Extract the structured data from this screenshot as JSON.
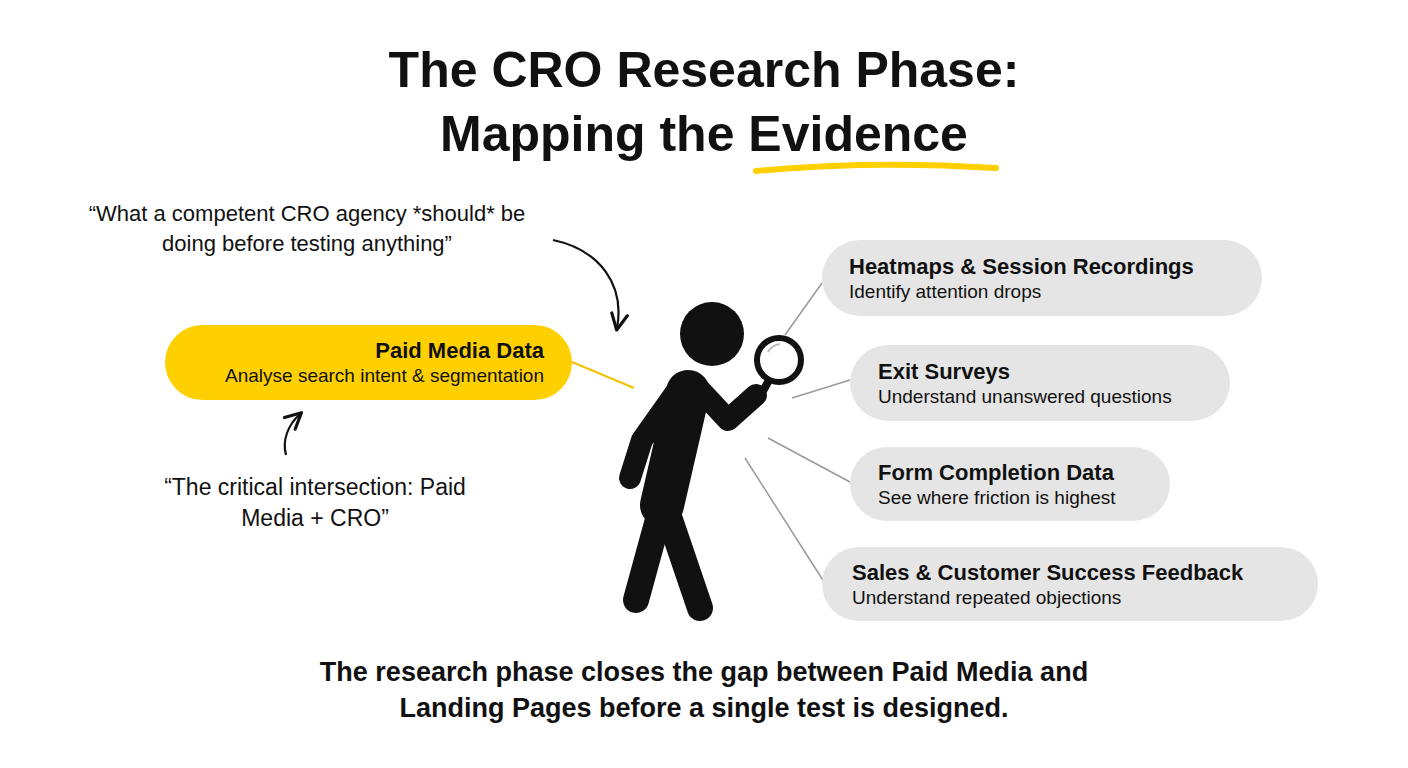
{
  "diagram": {
    "title": "The CRO Research Phase: Mapping the Evidence",
    "caption": "The research phase closes the gap between Paid Media and Landing Pages before a single test is designed.",
    "nodes": [
      {
        "text": [
          "Paid Media Data",
          "Analyse search intent & segmentation"
        ]
      },
      {
        "text": [
          "Heatmaps & Session Recordings",
          "Identify attention drops"
        ]
      },
      {
        "text": [
          "Exit Surveys",
          "Understand unanswered questions"
        ]
      },
      {
        "text": [
          "Form Completion Data",
          "See where friction is highest"
        ]
      },
      {
        "text": [
          "Sales & Customer Success Feedback",
          "Understand repeated objections"
        ]
      }
    ],
    "labels": [
      "“What a competent CRO agency *should* be doing before testing anything”",
      "“The critical intersection: Paid Media + CRO”"
    ]
  }
}
